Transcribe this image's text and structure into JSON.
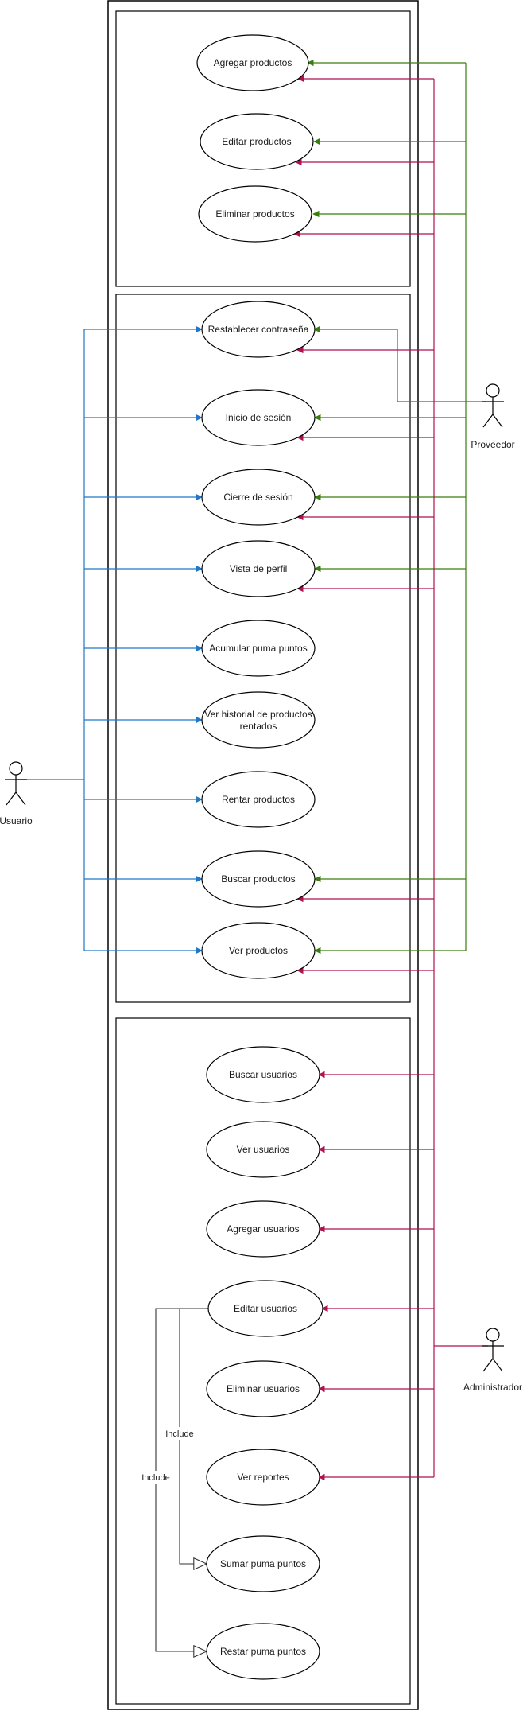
{
  "actors": {
    "usuario": "Usuario",
    "proveedor": "Proveedor",
    "administrador": "Administrador"
  },
  "colors": {
    "usuario_line": "#1f77c9",
    "proveedor_line": "#3a7d0f",
    "administrador_line": "#b0124f",
    "include_line": "#333333"
  },
  "use_cases": {
    "agregar_productos": "Agregar productos",
    "editar_productos": "Editar productos",
    "eliminar_productos": "Eliminar productos",
    "restablecer_contrasena": "Restablecer contraseña",
    "inicio_sesion": "Inicio de sesión",
    "cierre_sesion": "Cierre de sesión",
    "vista_perfil": "Vista de perfil",
    "acumular_puma_puntos": "Acumular puma puntos",
    "ver_historial_line1": "Ver historial de productos",
    "ver_historial_line2": "rentados",
    "rentar_productos": "Rentar productos",
    "buscar_productos": "Buscar productos",
    "ver_productos": "Ver productos",
    "buscar_usuarios": "Buscar usuarios",
    "ver_usuarios": "Ver usuarios",
    "agregar_usuarios": "Agregar usuarios",
    "editar_usuarios": "Editar usuarios",
    "eliminar_usuarios": "Eliminar usuarios",
    "ver_reportes": "Ver reportes",
    "sumar_puma_puntos": "Sumar puma puntos",
    "restar_puma_puntos": "Restar puma puntos"
  },
  "include_labels": {
    "sumar": "Include",
    "restar": "Include"
  }
}
